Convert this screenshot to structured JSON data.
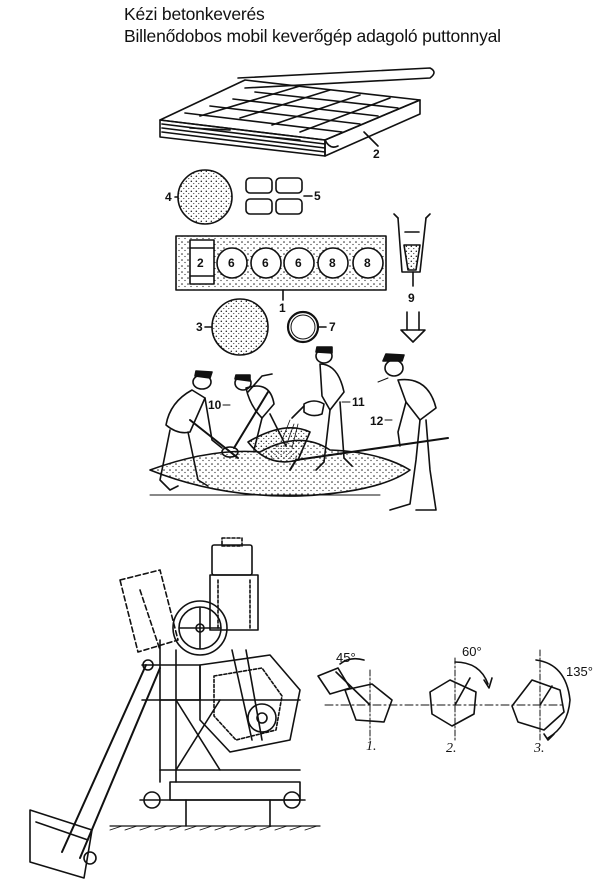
{
  "title_line1": "Kézi betonkeverés",
  "title_line2": "Billenődobos mobil keverőgép adagoló puttonnyal",
  "labels": [
    "1",
    "2",
    "3",
    "4",
    "5",
    "6",
    "7",
    "8",
    "9",
    "10",
    "11",
    "12"
  ],
  "box_items": [
    "2",
    "6",
    "6",
    "6",
    "8",
    "8"
  ],
  "angles": [
    "45°",
    "60°",
    "135°"
  ],
  "positions": [
    "1.",
    "2.",
    "3."
  ]
}
